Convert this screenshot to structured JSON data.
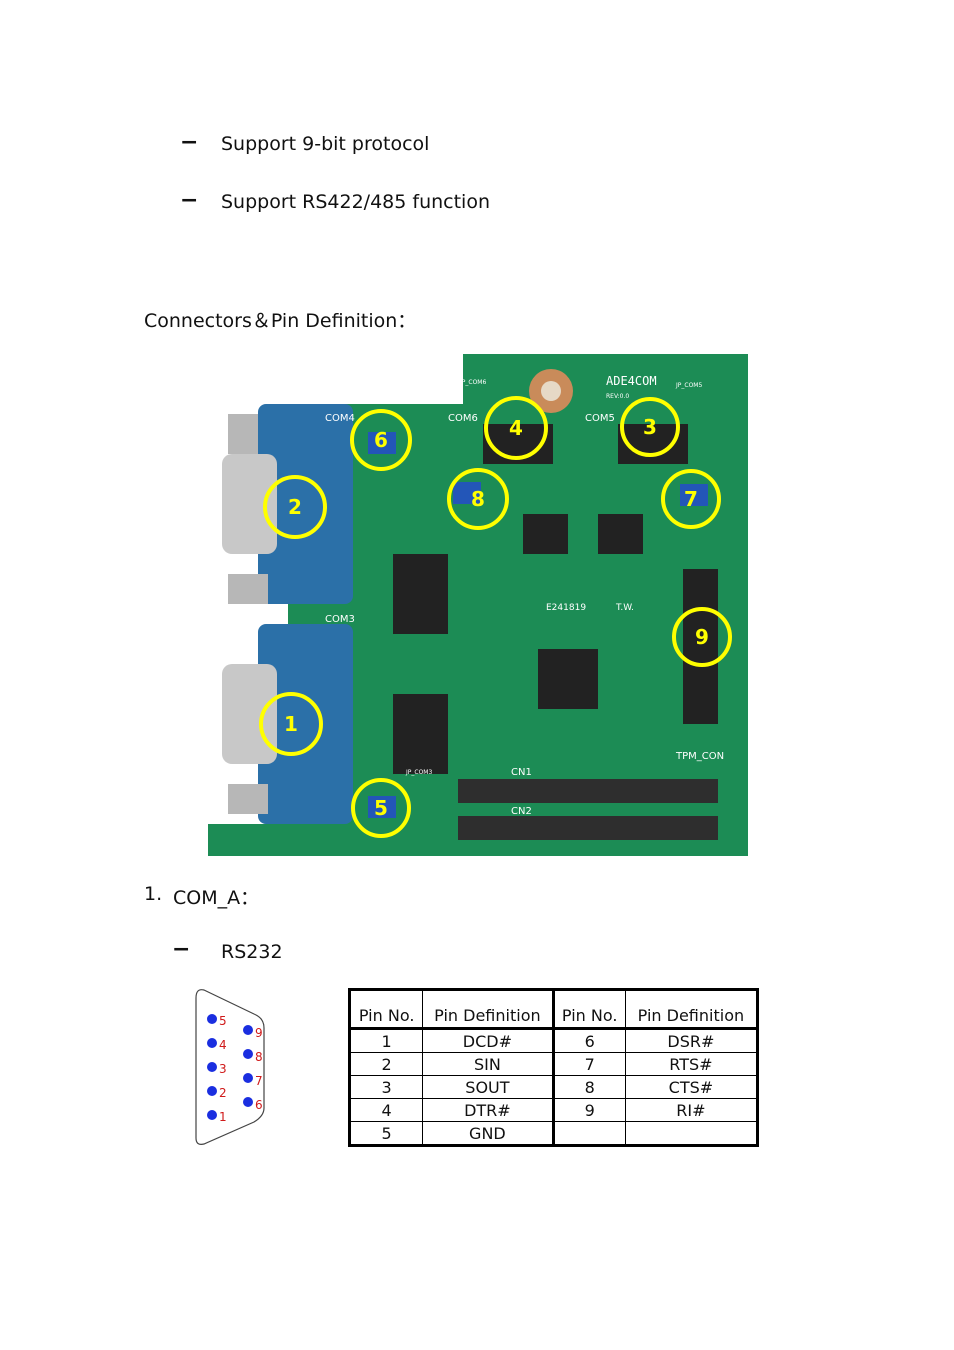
{
  "bullets": [
    "Support 9-bit protocol",
    "Support RS422/485 function"
  ],
  "section_title": "Connectors＆Pin Definition：",
  "board": {
    "name": "ADE4COM",
    "labels": [
      "COM4",
      "COM3",
      "COM6",
      "COM5",
      "CN1",
      "CN2",
      "TPM_CON",
      "JP_COM6",
      "JP_COM5",
      "JP_COM3",
      "REV:0.0",
      "E241819",
      "T.W."
    ],
    "callouts": [
      "1",
      "2",
      "3",
      "4",
      "5",
      "6",
      "7",
      "8",
      "9"
    ]
  },
  "item": {
    "number": "1.",
    "title": "COM_A："
  },
  "sub_bullet": "RS232",
  "connector_pins": [
    "5",
    "4",
    "3",
    "2",
    "1",
    "9",
    "8",
    "7",
    "6"
  ],
  "colors": {
    "pin_dot": "#1a2ee0",
    "pin_number": "#d01a1a",
    "callout_ring": "#ffff00",
    "pcb": "#1c8c55"
  },
  "table": {
    "headers": [
      "Pin No.",
      "Pin Definition",
      "Pin No.",
      "Pin Definition"
    ],
    "rows": [
      [
        "1",
        "DCD#",
        "6",
        "DSR#"
      ],
      [
        "2",
        "SIN",
        "7",
        "RTS#"
      ],
      [
        "3",
        "SOUT",
        "8",
        "CTS#"
      ],
      [
        "4",
        "DTR#",
        "9",
        "RI#"
      ],
      [
        "5",
        "GND",
        "",
        ""
      ]
    ]
  }
}
